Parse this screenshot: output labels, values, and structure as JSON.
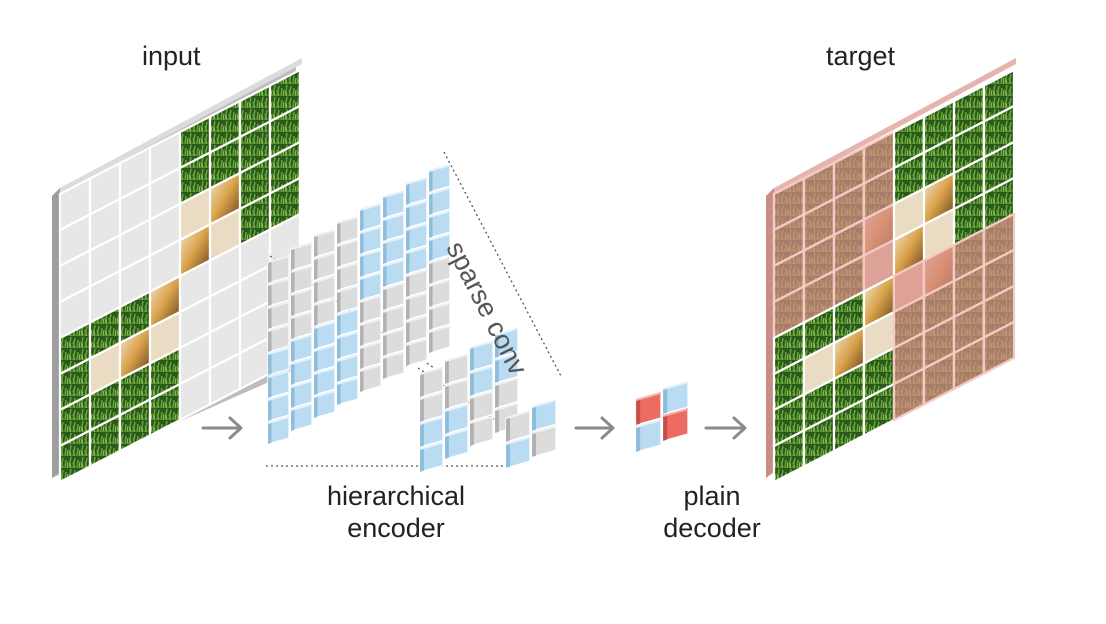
{
  "labels": {
    "input": "input",
    "target": "target",
    "hierarchical_encoder": [
      "hierarchical",
      "encoder"
    ],
    "plain_decoder": [
      "plain",
      "decoder"
    ],
    "sparse_conv": "sparse conv"
  },
  "colors": {
    "grass_dark": "#1f4a14",
    "grass_light": "#4f8a2e",
    "mask_gray": "#e7e7e7",
    "cube_blue": "#b9dcf3",
    "cube_gray": "#dcdcdc",
    "cube_red": "#ec6b62",
    "target_tint": "#d98b86",
    "arrow": "#8a8a8a"
  },
  "icons": [
    "arrow-right-icon",
    "arrow-right-icon",
    "arrow-right-icon"
  ]
}
